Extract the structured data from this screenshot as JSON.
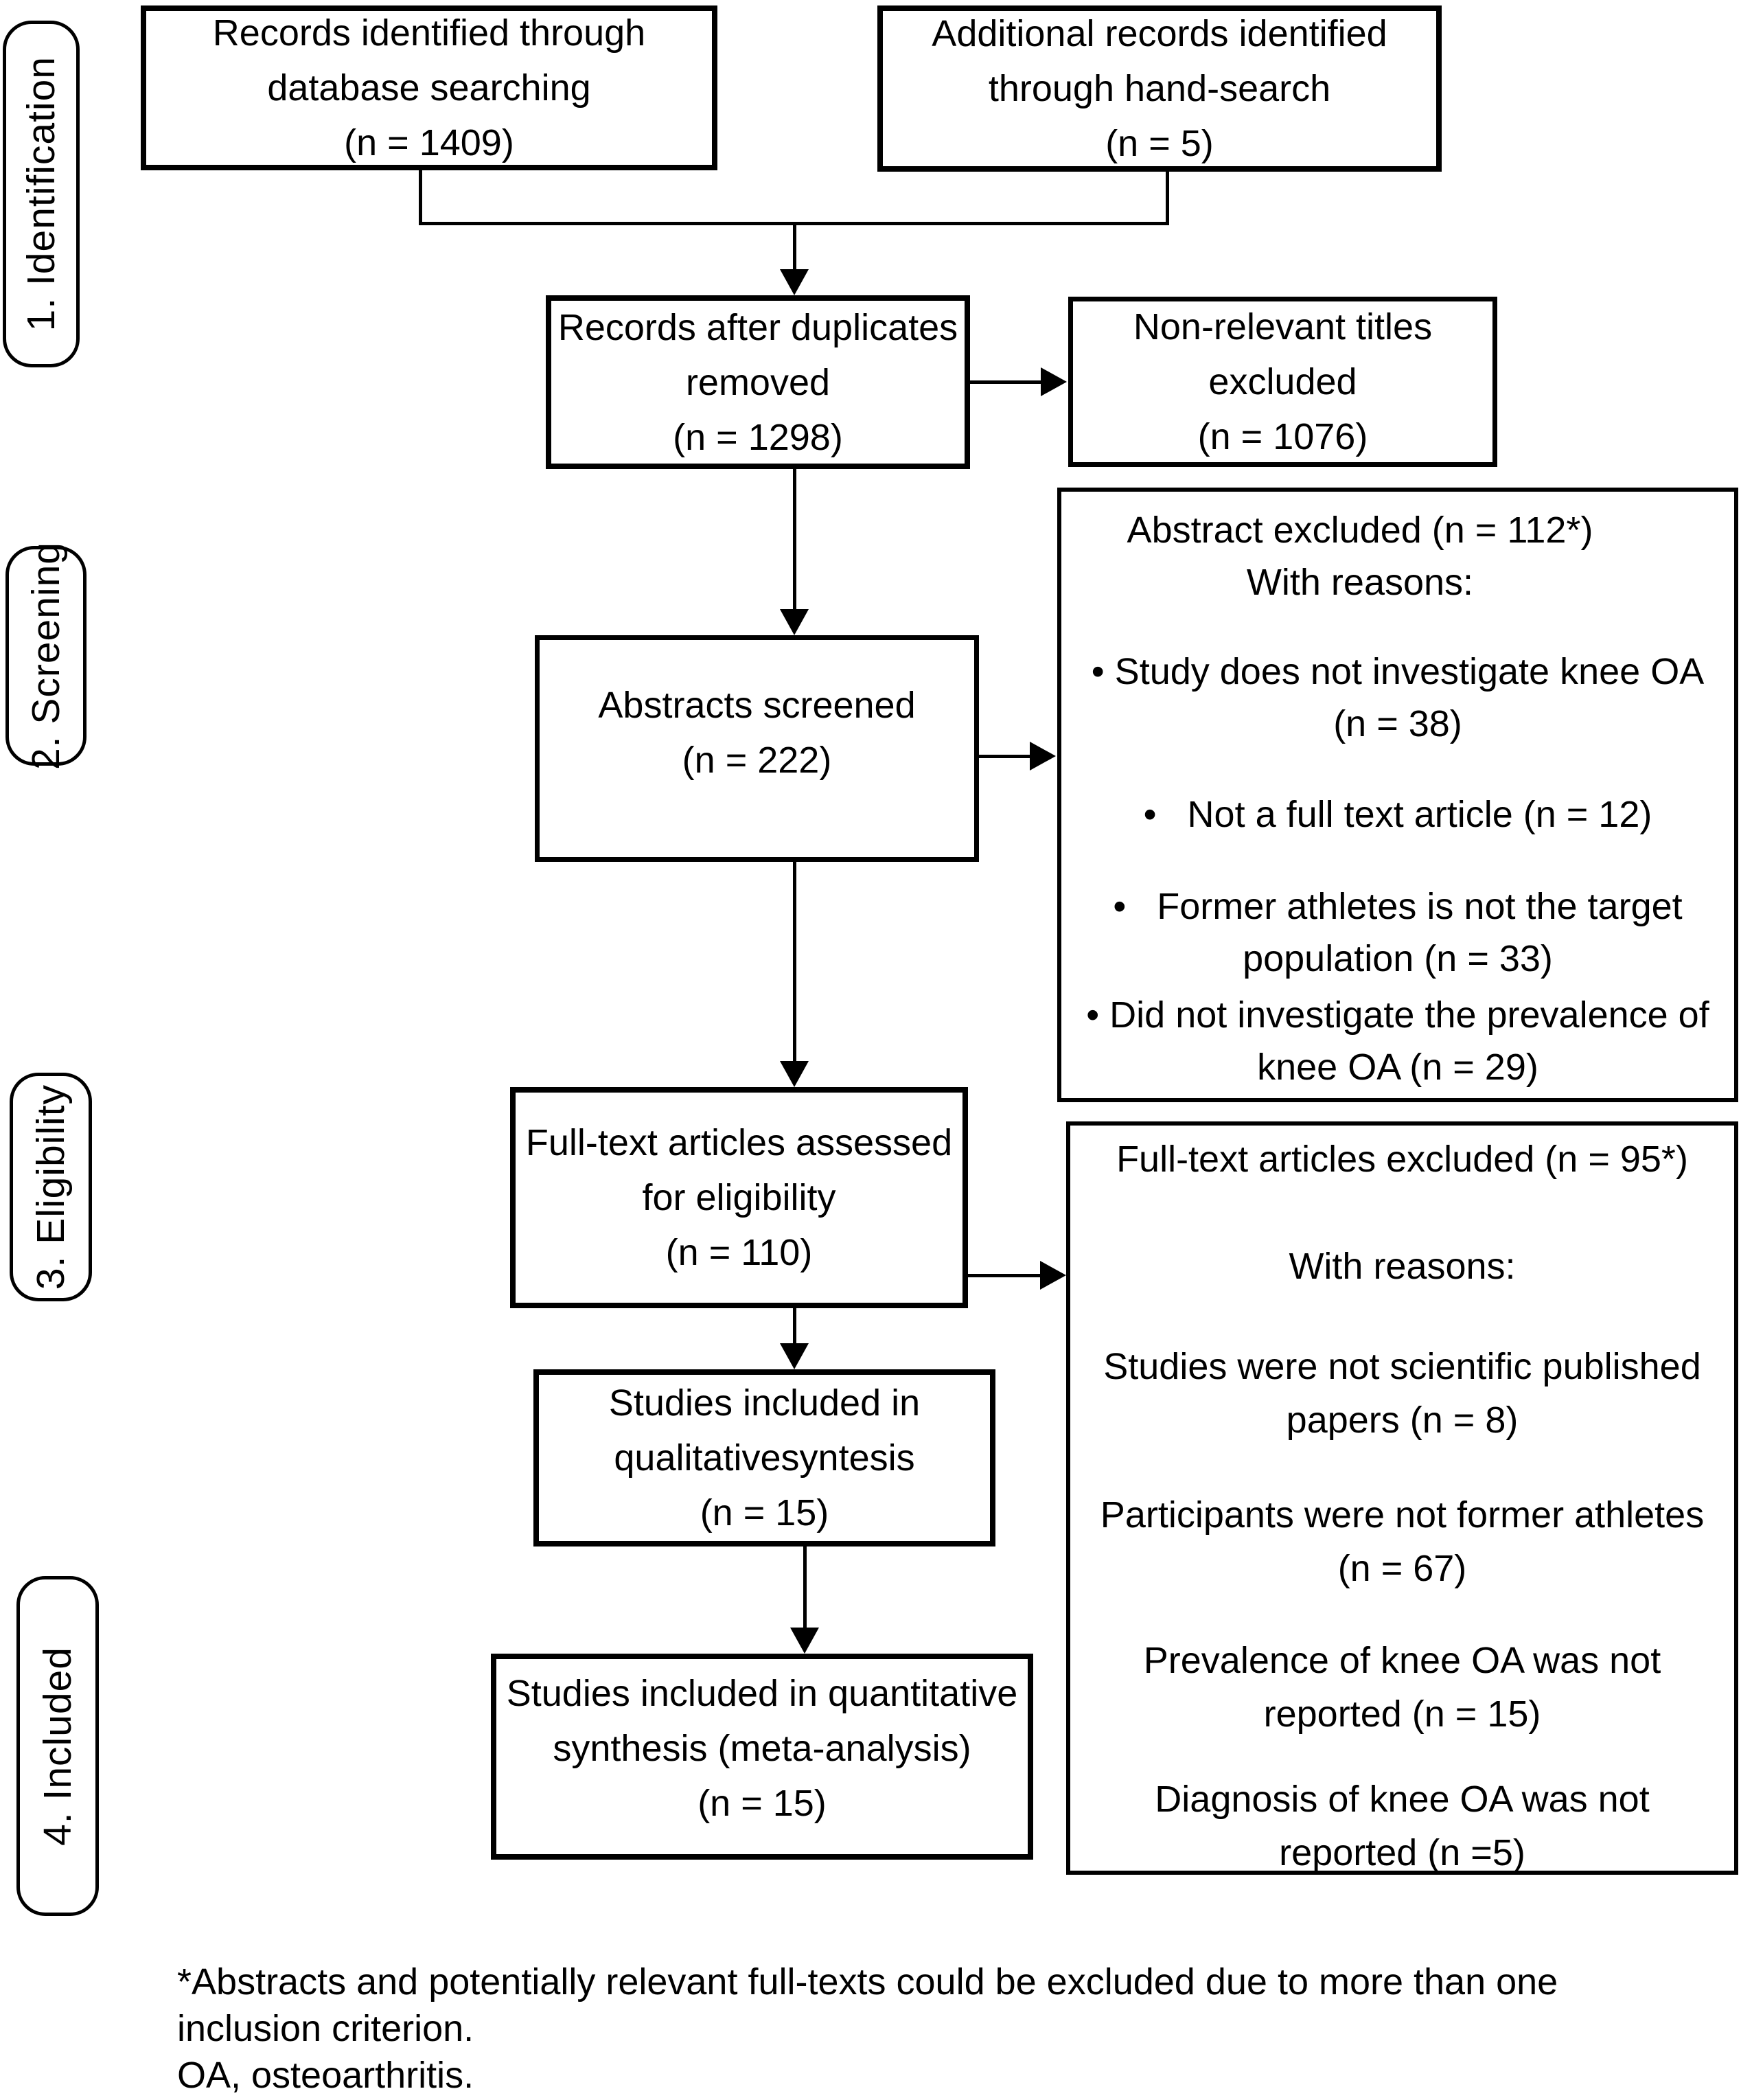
{
  "diagram": {
    "stages": [
      {
        "label": "1. Identification"
      },
      {
        "label": "2. Screening"
      },
      {
        "label": "3. Eligibility"
      },
      {
        "label": "4. Included"
      }
    ],
    "boxes": {
      "db_search": {
        "lines": [
          "Records identified through",
          "database searching",
          "(n = 1409)"
        ]
      },
      "hand_search": {
        "lines": [
          "Additional records identified",
          "through hand-search",
          "(n = 5)"
        ]
      },
      "duplicates_removed": {
        "lines": [
          "Records after duplicates",
          "removed",
          "(n = 1298)"
        ]
      },
      "titles_excluded": {
        "lines": [
          "Non-relevant titles",
          "excluded",
          "(n = 1076)"
        ]
      },
      "abstracts_screened": {
        "lines": [
          "Abstracts screened",
          "(n = 222)"
        ]
      },
      "abstract_excluded": {
        "heading_lines": [
          "Abstract excluded (n = 112*)",
          "With reasons:"
        ],
        "reasons": [
          {
            "lines": [
              "• Study does not investigate knee OA",
              "(n = 38)"
            ]
          },
          {
            "lines": [
              "•   Not a full text article (n = 12)"
            ]
          },
          {
            "lines": [
              "•   Former athletes is not the target",
              "population (n = 33)"
            ]
          },
          {
            "lines": [
              "• Did not investigate the prevalence of",
              "knee OA (n = 29)"
            ]
          }
        ]
      },
      "fulltext_assessed": {
        "lines": [
          "Full-text articles assessed",
          "for eligibility",
          "(n = 110)"
        ]
      },
      "fulltext_excluded": {
        "heading": "Full-text articles excluded (n = 95*)",
        "subheading": "With reasons:",
        "reasons": [
          {
            "lines": [
              "Studies were not scientific published",
              "papers (n = 8)"
            ]
          },
          {
            "lines": [
              "Participants were not former athletes",
              "(n = 67)"
            ]
          },
          {
            "lines": [
              "Prevalence of knee OA was not",
              "reported (n = 15)"
            ]
          },
          {
            "lines": [
              "Diagnosis of knee OA was not",
              "reported (n =5)"
            ]
          }
        ]
      },
      "qualitative": {
        "lines": [
          "Studies included in",
          "qualitativesyntesis",
          "(n = 15)"
        ]
      },
      "quantitative": {
        "lines": [
          "Studies included in quantitative",
          "synthesis (meta-analysis)",
          "(n = 15)"
        ]
      }
    },
    "footnote": {
      "lines": [
        "*Abstracts and potentially relevant full-texts could be excluded due to more than one",
        "inclusion criterion.",
        "OA, osteoarthritis."
      ]
    }
  },
  "colors": {
    "ink": "#000000",
    "paper": "#ffffff"
  }
}
